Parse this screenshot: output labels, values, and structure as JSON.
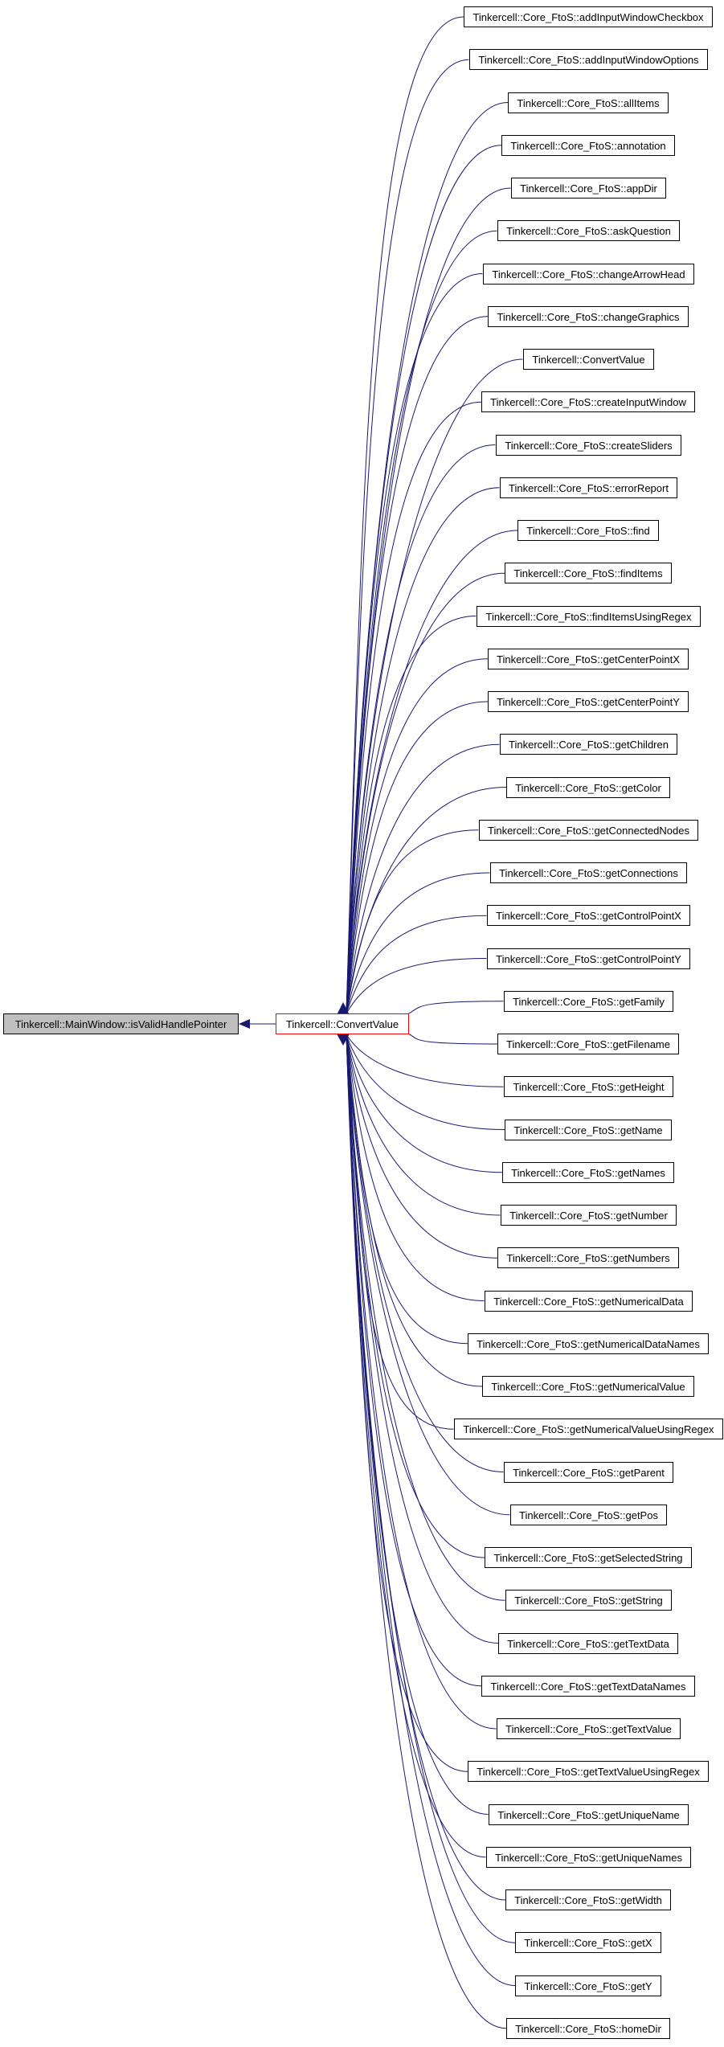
{
  "graph": {
    "root_node": "Tinkercell::MainWindow::isValidHandlePointer",
    "center_node": "Tinkercell::ConvertValue",
    "caller_nodes": [
      "Tinkercell::Core_FtoS::addInputWindowCheckbox",
      "Tinkercell::Core_FtoS::addInputWindowOptions",
      "Tinkercell::Core_FtoS::allItems",
      "Tinkercell::Core_FtoS::annotation",
      "Tinkercell::Core_FtoS::appDir",
      "Tinkercell::Core_FtoS::askQuestion",
      "Tinkercell::Core_FtoS::changeArrowHead",
      "Tinkercell::Core_FtoS::changeGraphics",
      "Tinkercell::ConvertValue",
      "Tinkercell::Core_FtoS::createInputWindow",
      "Tinkercell::Core_FtoS::createSliders",
      "Tinkercell::Core_FtoS::errorReport",
      "Tinkercell::Core_FtoS::find",
      "Tinkercell::Core_FtoS::findItems",
      "Tinkercell::Core_FtoS::findItemsUsingRegex",
      "Tinkercell::Core_FtoS::getCenterPointX",
      "Tinkercell::Core_FtoS::getCenterPointY",
      "Tinkercell::Core_FtoS::getChildren",
      "Tinkercell::Core_FtoS::getColor",
      "Tinkercell::Core_FtoS::getConnectedNodes",
      "Tinkercell::Core_FtoS::getConnections",
      "Tinkercell::Core_FtoS::getControlPointX",
      "Tinkercell::Core_FtoS::getControlPointY",
      "Tinkercell::Core_FtoS::getFamily",
      "Tinkercell::Core_FtoS::getFilename",
      "Tinkercell::Core_FtoS::getHeight",
      "Tinkercell::Core_FtoS::getName",
      "Tinkercell::Core_FtoS::getNames",
      "Tinkercell::Core_FtoS::getNumber",
      "Tinkercell::Core_FtoS::getNumbers",
      "Tinkercell::Core_FtoS::getNumericalData",
      "Tinkercell::Core_FtoS::getNumericalDataNames",
      "Tinkercell::Core_FtoS::getNumericalValue",
      "Tinkercell::Core_FtoS::getNumericalValueUsingRegex",
      "Tinkercell::Core_FtoS::getParent",
      "Tinkercell::Core_FtoS::getPos",
      "Tinkercell::Core_FtoS::getSelectedString",
      "Tinkercell::Core_FtoS::getString",
      "Tinkercell::Core_FtoS::getTextData",
      "Tinkercell::Core_FtoS::getTextDataNames",
      "Tinkercell::Core_FtoS::getTextValue",
      "Tinkercell::Core_FtoS::getTextValueUsingRegex",
      "Tinkercell::Core_FtoS::getUniqueName",
      "Tinkercell::Core_FtoS::getUniqueNames",
      "Tinkercell::Core_FtoS::getWidth",
      "Tinkercell::Core_FtoS::getX",
      "Tinkercell::Core_FtoS::getY",
      "Tinkercell::Core_FtoS::homeDir"
    ],
    "colors": {
      "edge": "#191970",
      "root_fill": "#bfbfbf",
      "center_border": "#ff0000"
    }
  }
}
